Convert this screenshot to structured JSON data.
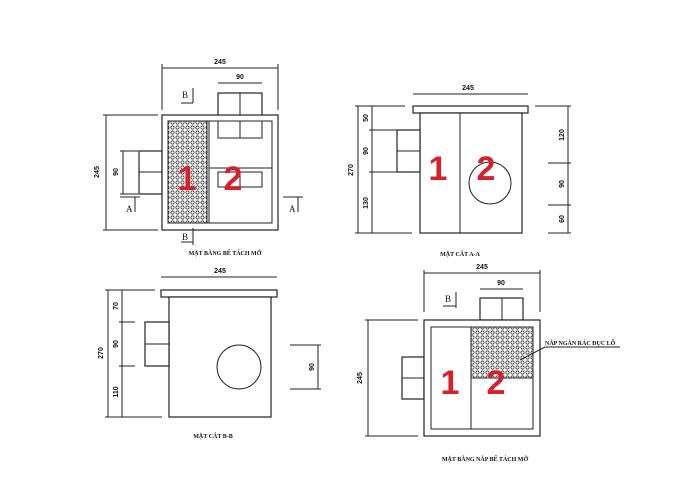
{
  "colors": {
    "line": "#222222",
    "zone_number": "#d8202a"
  },
  "plan_view": {
    "title": "MẶT BẰNG BỂ TÁCH MỠ",
    "dim_width": "245",
    "dim_pipe": "90",
    "dim_depth": "245",
    "dim_inlet": "90",
    "zone1": "1",
    "zone2": "2",
    "section_a": "A",
    "section_b": "B"
  },
  "section_aa": {
    "title": "MẶT CẮT A-A",
    "dim_width": "245",
    "dim_total": "270",
    "left_dims": [
      "50",
      "90",
      "130"
    ],
    "right_dims": [
      "120",
      "90",
      "60"
    ],
    "zone1": "1",
    "zone2": "2"
  },
  "section_bb": {
    "title": "MẶT CẮT B-B",
    "dim_width": "245",
    "dim_total": "270",
    "left_dims": [
      "70",
      "90",
      "110"
    ],
    "right_dim": "90"
  },
  "lid_plan": {
    "title": "MẶT BẰNG NẮP BỂ TÁCH MỠ",
    "dim_width": "245",
    "dim_pipe": "90",
    "dim_depth": "245",
    "callout": "NẮP NGĂN RÁC ĐỤC LỖ",
    "zone1": "1",
    "zone2": "2",
    "section_b": "B"
  }
}
